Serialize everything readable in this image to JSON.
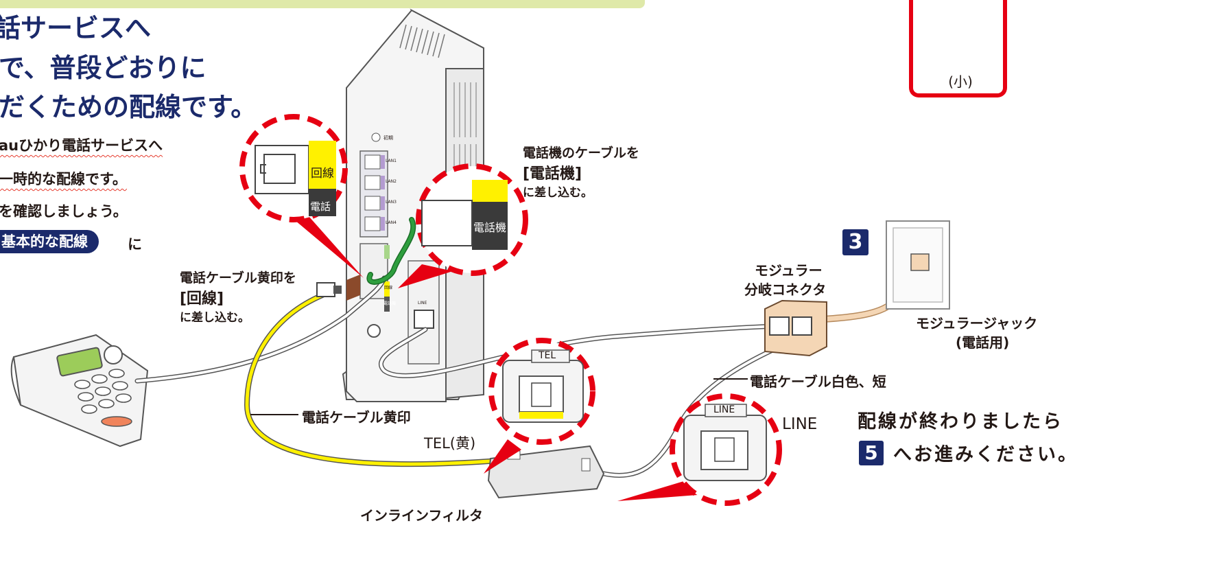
{
  "intro": {
    "line1": "話サービスへ",
    "line2": "で、普段どおりに",
    "line3": "だくための配線です。",
    "note1": "auひかり電話サービスへ",
    "note2": "一時的な配線です。",
    "note3": "を確認しましょう。",
    "pill": "基本的な配線",
    "pill_after": "に"
  },
  "cable_box": {
    "label": "(小)"
  },
  "router_ports": {
    "line_port": "回線",
    "phone_port_cut": "電話",
    "phone_port": "電話機",
    "small_line": "回線",
    "small_phone": "電話機",
    "small_init": "初期",
    "small_line2": "LINE",
    "lan1": "LAN1",
    "lan2": "LAN2",
    "lan3": "LAN3",
    "lan4": "LAN4"
  },
  "labels": {
    "phone_cable_instruction": "電話機のケーブルを",
    "phone_bracket": "[電話機]",
    "insert_phone": "に差し込む。",
    "yellow_cable_instruction": "電話ケーブル黄印を",
    "line_bracket": "[回線]",
    "insert_line": "に差し込む。",
    "step3": "3",
    "modular_splitter_1": "モジュラー",
    "modular_splitter_2": "分岐コネクタ",
    "modular_jack_1": "モジュラージャック",
    "modular_jack_2": "(電話用)",
    "white_short_cable": "電話ケーブル白色、短",
    "yellow_cable": "電話ケーブル黄印",
    "tel_port_label": "TEL",
    "tel_yellow": "TEL(黄)",
    "line_port_label": "LINE",
    "line_text": "LINE",
    "inline_filter": "インラインフィルタ"
  },
  "footer": {
    "done_line": "配線が終わりましたら",
    "step5": "5",
    "proceed": "へお進みください。"
  },
  "colors": {
    "navy": "#1b2a6b",
    "red": "#e60012",
    "yellow": "#fff100",
    "green_cable": "#2e9e3e",
    "beige": "#f4d6b5",
    "banner": "#dfe9a9"
  }
}
